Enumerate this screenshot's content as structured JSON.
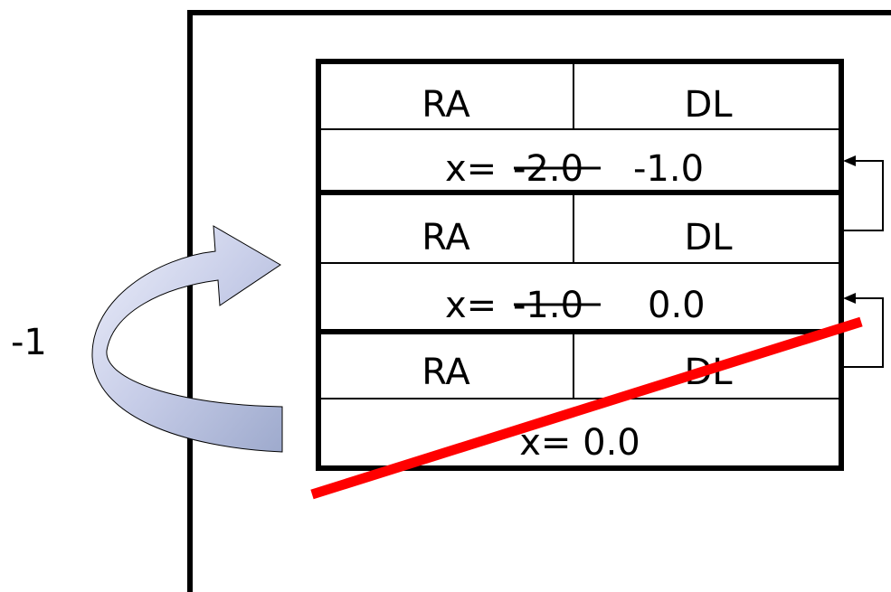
{
  "minus_one_label": "-1",
  "frames": [
    {
      "ra": "RA",
      "dl": "DL",
      "x_prefix": "x=",
      "x_old": "-2.0",
      "x_new": "-1.0"
    },
    {
      "ra": "RA",
      "dl": "DL",
      "x_prefix": "x=",
      "x_old": "-1.0",
      "x_new": "0.0"
    },
    {
      "ra": "RA",
      "dl": "DL",
      "x_text": "x= 0.0"
    }
  ],
  "colors": {
    "strike_line": "#ff0000",
    "arrow_fill_light": "#eef0fb",
    "arrow_fill_dark": "#9eaacd"
  },
  "icons": [
    "curved-arrow-icon",
    "link-arrow-icon"
  ]
}
